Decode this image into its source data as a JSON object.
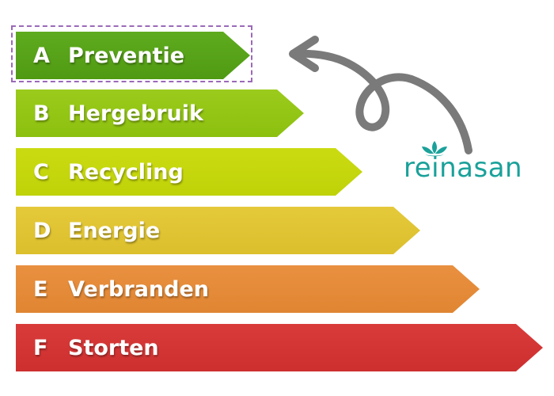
{
  "ladder": {
    "steps": [
      {
        "letter": "A",
        "label": "Preventie"
      },
      {
        "letter": "B",
        "label": "Hergebruik"
      },
      {
        "letter": "C",
        "label": "Recycling"
      },
      {
        "letter": "D",
        "label": "Energie"
      },
      {
        "letter": "E",
        "label": "Verbranden"
      },
      {
        "letter": "F",
        "label": "Storten"
      }
    ],
    "colors": [
      "#57a318",
      "#93c515",
      "#c6d70c",
      "#e0c433",
      "#e48b39",
      "#d33535"
    ],
    "highlight_color": "#9a6ab8"
  },
  "logo": {
    "text": "reinasan",
    "color": "#1aa19a",
    "icon": "lotus-icon"
  },
  "arrow": {
    "icon": "curved-arrow-icon",
    "color": "#7a7a7a"
  }
}
